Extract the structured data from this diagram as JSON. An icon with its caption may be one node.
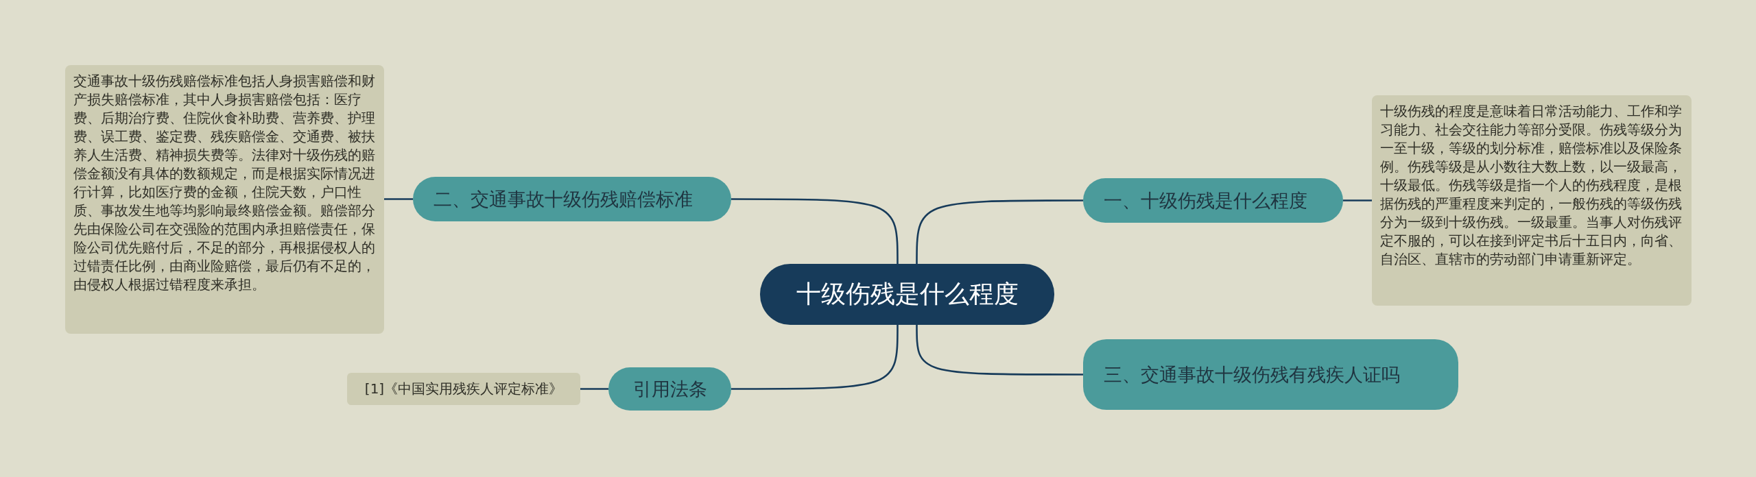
{
  "diagram": {
    "nodes": [
      {
        "text": [
          "十级伤残是什么程度"
        ]
      },
      {
        "text": [
          "一、十级伤残是什么程度"
        ]
      },
      {
        "text": [
          "十级伤残的程度是意味着日常活动能力、工作和学习能力、社会交往能力等部分受限。伤残等级分为一至十级，等级的划分标准，赔偿标准以及保险条例。伤残等级是从小数往大数上数，以一级最高，十级最低。伤残等级是指一个人的伤残程度，是根据伤残的严重程度来判定的，一般伤残的等级伤残分为一级到十级伤残。一级最重。当事人对伤残评定不服的，可以在接到评定书后十五日内，向省、自治区、直辖市的劳动部门申请重新评定。"
        ]
      },
      {
        "text": [
          "二、交通事故十级伤残赔偿标准"
        ]
      },
      {
        "text": [
          "交通事故十级伤残赔偿标准包括人身损害赔偿和财产损失赔偿标准，其中人身损害赔偿包括：医疗费、后期治疗费、住院伙食补助费、营养费、护理费、误工费、鉴定费、残疾赔偿金、交通费、被扶养人生活费、精神损失费等。法律对十级伤残的赔偿金额没有具体的数额规定，而是根据实际情况进行计算，比如医疗费的金额，住院天数，户口性质、事故发生地等均影响最终赔偿金额。赔偿部分先由保险公司在交强险的范围内承担赔偿责任，保险公司优先赔付后，不足的部分，再根据侵权人的过错责任比例，由商业险赔偿，最后仍有不足的，由侵权人根据过错程度来承担。"
        ]
      },
      {
        "text": [
          "三、交通事故十级伤残有残疾人证吗"
        ]
      },
      {
        "text": [
          "引用法条"
        ]
      },
      {
        "text": [
          "[1]《中国实用残疾人评定标准》"
        ]
      }
    ],
    "edges": [
      {
        "from": 0,
        "to": 1,
        "arrow": "none"
      },
      {
        "from": 1,
        "to": 2,
        "arrow": "none"
      },
      {
        "from": 0,
        "to": 3,
        "arrow": "none"
      },
      {
        "from": 3,
        "to": 4,
        "arrow": "none"
      },
      {
        "from": 0,
        "to": 5,
        "arrow": "none"
      },
      {
        "from": 0,
        "to": 6,
        "arrow": "none"
      },
      {
        "from": 6,
        "to": 7,
        "arrow": "none"
      }
    ]
  }
}
